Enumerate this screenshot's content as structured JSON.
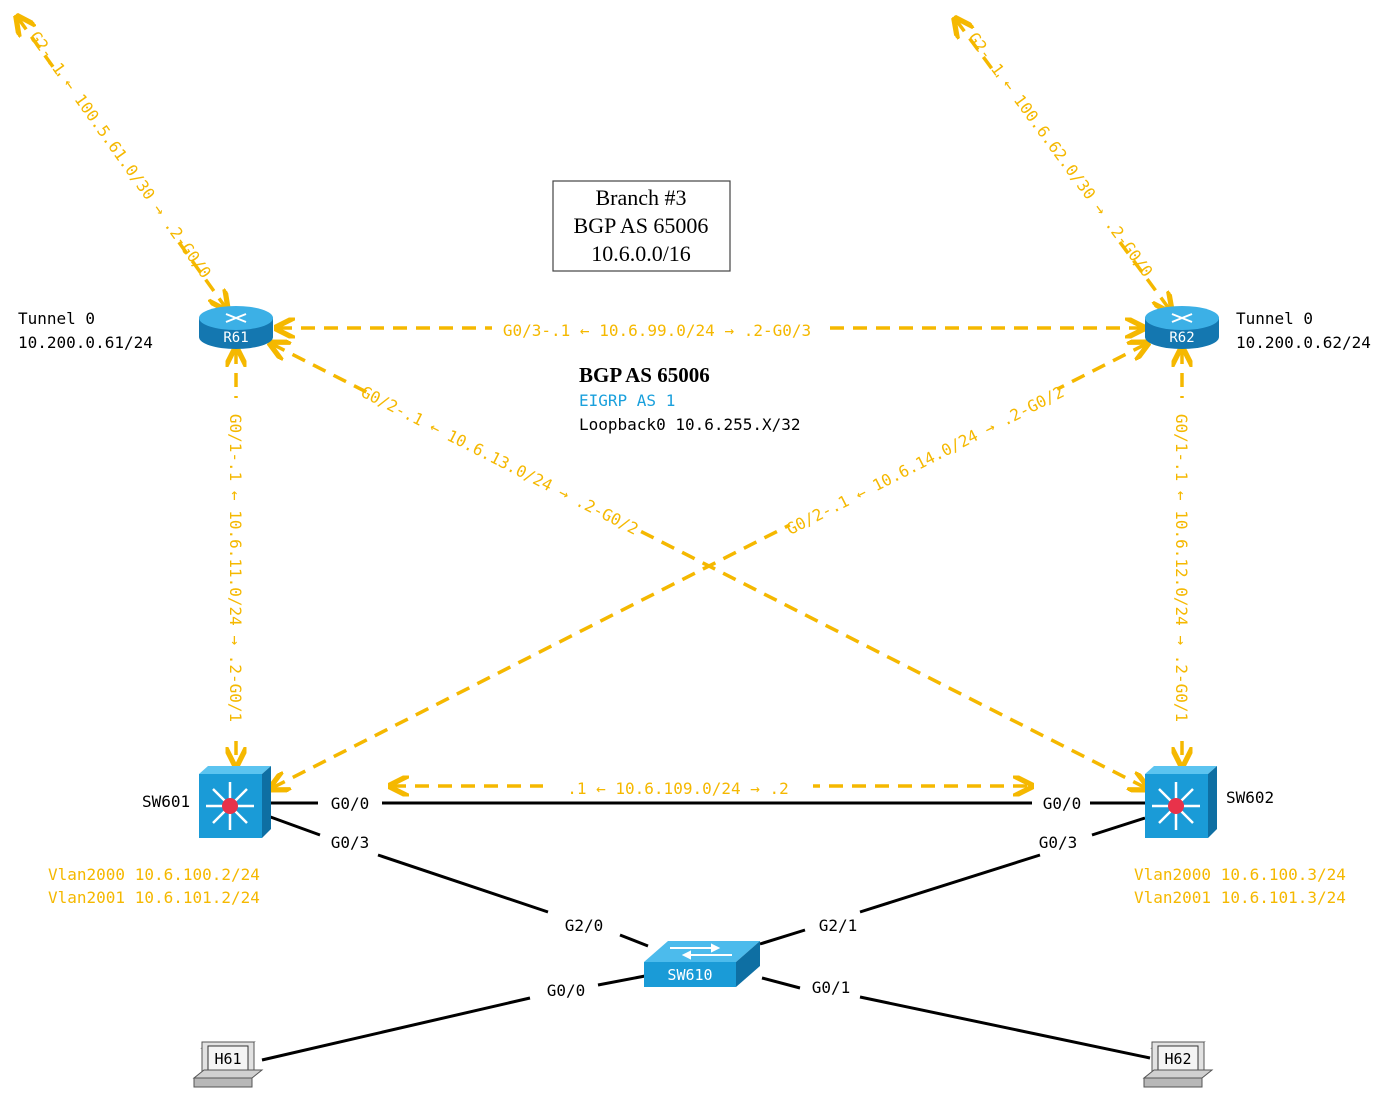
{
  "colors": {
    "orange": "#f5b800",
    "blue": "#1aa0dc",
    "black": "#000000",
    "device": "#1a9bd7"
  },
  "branch_box": {
    "line1": "Branch #3",
    "line2": "BGP AS 65006",
    "line3": "10.6.0.0/16"
  },
  "legend": {
    "bgp": "BGP AS 65006",
    "eigrp": "EIGRP AS 1",
    "loopback": "Loopback0 10.6.255.X/32"
  },
  "devices": {
    "r61": {
      "label": "R61",
      "tunnel": "Tunnel 0",
      "tunnel_ip": "10.200.0.61/24",
      "icon": "router-icon"
    },
    "r62": {
      "label": "R62",
      "tunnel": "Tunnel 0",
      "tunnel_ip": "10.200.0.62/24",
      "icon": "router-icon"
    },
    "sw601": {
      "label": "SW601",
      "vlan1": "Vlan2000 10.6.100.2/24",
      "vlan2": "Vlan2001 10.6.101.2/24",
      "icon": "l3-switch-icon"
    },
    "sw602": {
      "label": "SW602",
      "vlan1": "Vlan2000 10.6.100.3/24",
      "vlan2": "Vlan2001 10.6.101.3/24",
      "icon": "l3-switch-icon"
    },
    "sw610": {
      "label": "SW610",
      "icon": "l2-switch-icon"
    },
    "h61": {
      "label": "H61",
      "icon": "pc-icon"
    },
    "h62": {
      "label": "H62",
      "icon": "pc-icon"
    }
  },
  "links": {
    "r61_wan": {
      "a": "G2-.1",
      "arrow_a": "←",
      "net": "100.5.61.0/30",
      "arrow_b": "→",
      "b": ".2-G0/0"
    },
    "r62_wan": {
      "a": "G2-.1",
      "arrow_a": "←",
      "net": "100.6.62.0/30",
      "arrow_b": "→",
      "b": ".2-G0/0"
    },
    "r61_r62": {
      "a": "G0/3-.1",
      "arrow_a": "←",
      "net": "10.6.99.0/24",
      "arrow_b": "→",
      "b": ".2-G0/3"
    },
    "r61_sw602": {
      "a": "G0/2-.1",
      "arrow_a": "←",
      "net": "10.6.13.0/24",
      "arrow_b": "→",
      "b": ".2-G0/2"
    },
    "r62_sw601": {
      "a": "G0/2-.1",
      "arrow_a": "←",
      "net": "10.6.14.0/24",
      "arrow_b": "→",
      "b": ".2-G0/2"
    },
    "r61_sw601": {
      "a": "G0/1-.1",
      "arrow_a": "←",
      "net": "10.6.11.0/24",
      "arrow_b": "→",
      "b": ".2-G0/1"
    },
    "r62_sw602": {
      "a": "G0/1-.1",
      "arrow_a": "←",
      "net": "10.6.12.0/24",
      "arrow_b": "→",
      "b": ".2-G0/1"
    },
    "sw601_sw602": {
      "a": ".1",
      "arrow_a": "←",
      "net": "10.6.109.0/24",
      "arrow_b": "→",
      "b": ".2"
    }
  },
  "ports": {
    "sw601_g00": "G0/0",
    "sw602_g00": "G0/0",
    "sw601_g03": "G0/3",
    "sw602_g03": "G0/3",
    "sw610_g20": "G2/0",
    "sw610_g21": "G2/1",
    "sw610_g00": "G0/0",
    "sw610_g01": "G0/1"
  }
}
